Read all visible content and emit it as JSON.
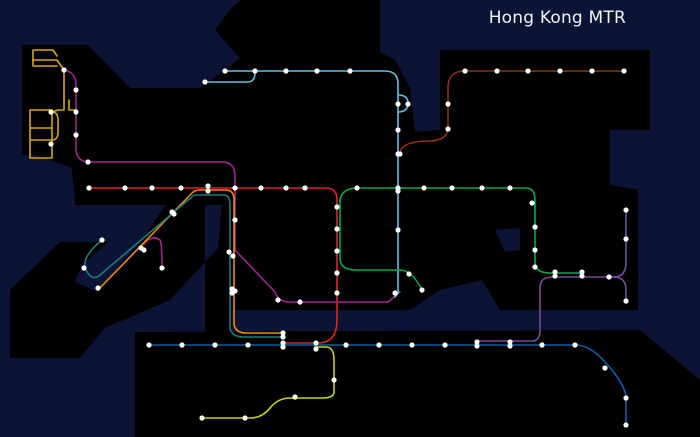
{
  "title": "Hong Kong MTR",
  "colors": {
    "water": "#0b1434",
    "land": "#000000",
    "station": "#ffffff"
  },
  "lines": [
    {
      "id": "tsuen-wan",
      "color": "#e2231a"
    },
    {
      "id": "west-rail",
      "color": "#a3238e"
    },
    {
      "id": "tung-chung",
      "color": "#f38b00"
    },
    {
      "id": "airport-express",
      "color": "#1c7b7d"
    },
    {
      "id": "light-rail",
      "color": "#d9a800"
    },
    {
      "id": "east-rail",
      "color": "#5bc2e7"
    },
    {
      "id": "ma-on-shan",
      "color": "#923011"
    },
    {
      "id": "kwun-tong",
      "color": "#00ab4e"
    },
    {
      "id": "tseung-kwan-o",
      "color": "#7d499d"
    },
    {
      "id": "island",
      "color": "#0860a8"
    },
    {
      "id": "south-island",
      "color": "#cbd300"
    }
  ]
}
